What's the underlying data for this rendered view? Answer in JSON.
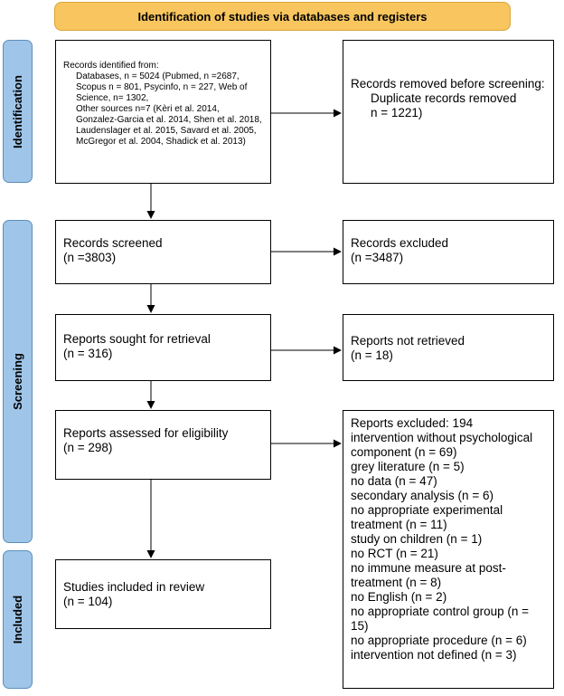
{
  "header": "Identification of studies via databases and registers",
  "phases": {
    "identification": "Identification",
    "screening": "Screening",
    "included": "Included"
  },
  "identified": {
    "title": "Records identified from:",
    "lines": [
      "Databases, n = 5024 (Pubmed, n =2687, Scopus n = 801, Psycinfo, n = 227, Web of Science, n= 1302,",
      "Other sources n=7 (Kèri et al. 2014, Gonzalez-Garcia et al. 2014, Shen et al. 2018, Laudenslager et al. 2015, Savard et al. 2005, McGregor et al. 2004, Shadick et al. 2013)"
    ]
  },
  "removed": {
    "title": "Records removed before screening:",
    "line1": "Duplicate records removed",
    "line2": "n = 1221)"
  },
  "screened": {
    "title": "Records screened",
    "count": "(n =3803)"
  },
  "excluded": {
    "title": "Records excluded",
    "count": "(n =3487)"
  },
  "sought": {
    "title": "Reports sought for retrieval",
    "count": "(n = 316)"
  },
  "not_retrieved": {
    "title": "Reports not retrieved",
    "count": "(n = 18)"
  },
  "assessed": {
    "title": "Reports assessed for eligibility",
    "count": "(n = 298)"
  },
  "reports_excluded": {
    "items": [
      "Reports excluded: 194",
      "intervention without psychological component (n = 69)",
      "grey literature (n = 5)",
      "no data (n = 47)",
      "secondary analysis (n = 6)",
      "no appropriate experimental treatment (n = 11)",
      "study on children (n = 1)",
      "no RCT (n = 21)",
      "no immune measure at post-treatment (n = 8)",
      "no English (n = 2)",
      "no appropriate control group (n = 15)",
      "no appropriate procedure (n = 6)",
      "intervention not defined (n = 3)"
    ]
  },
  "included": {
    "title": "Studies included in review",
    "count": "(n = 104)"
  },
  "colors": {
    "header": "#f8c55e",
    "phase": "#9fc5e8"
  }
}
